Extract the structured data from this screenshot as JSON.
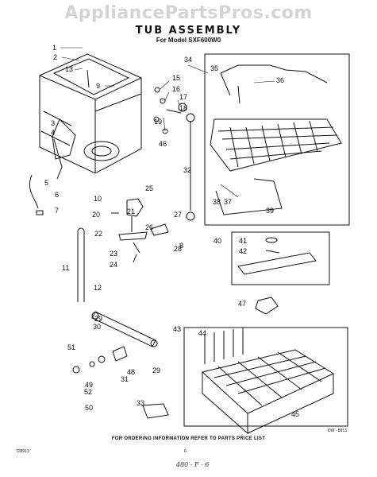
{
  "watermark": "AppliancePartsPros.com",
  "title": "TUB ASSEMBLY",
  "model_line": "For Model SXF600W0",
  "footer_note": "FOR ORDERING INFORMATION REFER TO PARTS PRICE LIST",
  "code": "DW - 8913",
  "sheet_id": "728913",
  "page_number": "6",
  "handwritten": "480 - F - 6",
  "callouts": [
    "1",
    "2",
    "3",
    "4",
    "5",
    "6",
    "7",
    "8",
    "9",
    "10",
    "11",
    "12",
    "13",
    "15",
    "16",
    "17",
    "18",
    "19",
    "20",
    "21",
    "22",
    "23",
    "24",
    "25",
    "26",
    "27",
    "28",
    "29",
    "29",
    "30",
    "31",
    "32",
    "33",
    "34",
    "35",
    "36",
    "37",
    "38",
    "39",
    "40",
    "41",
    "42",
    "43",
    "44",
    "45",
    "46",
    "47",
    "48",
    "49",
    "50",
    "51",
    "52"
  ]
}
